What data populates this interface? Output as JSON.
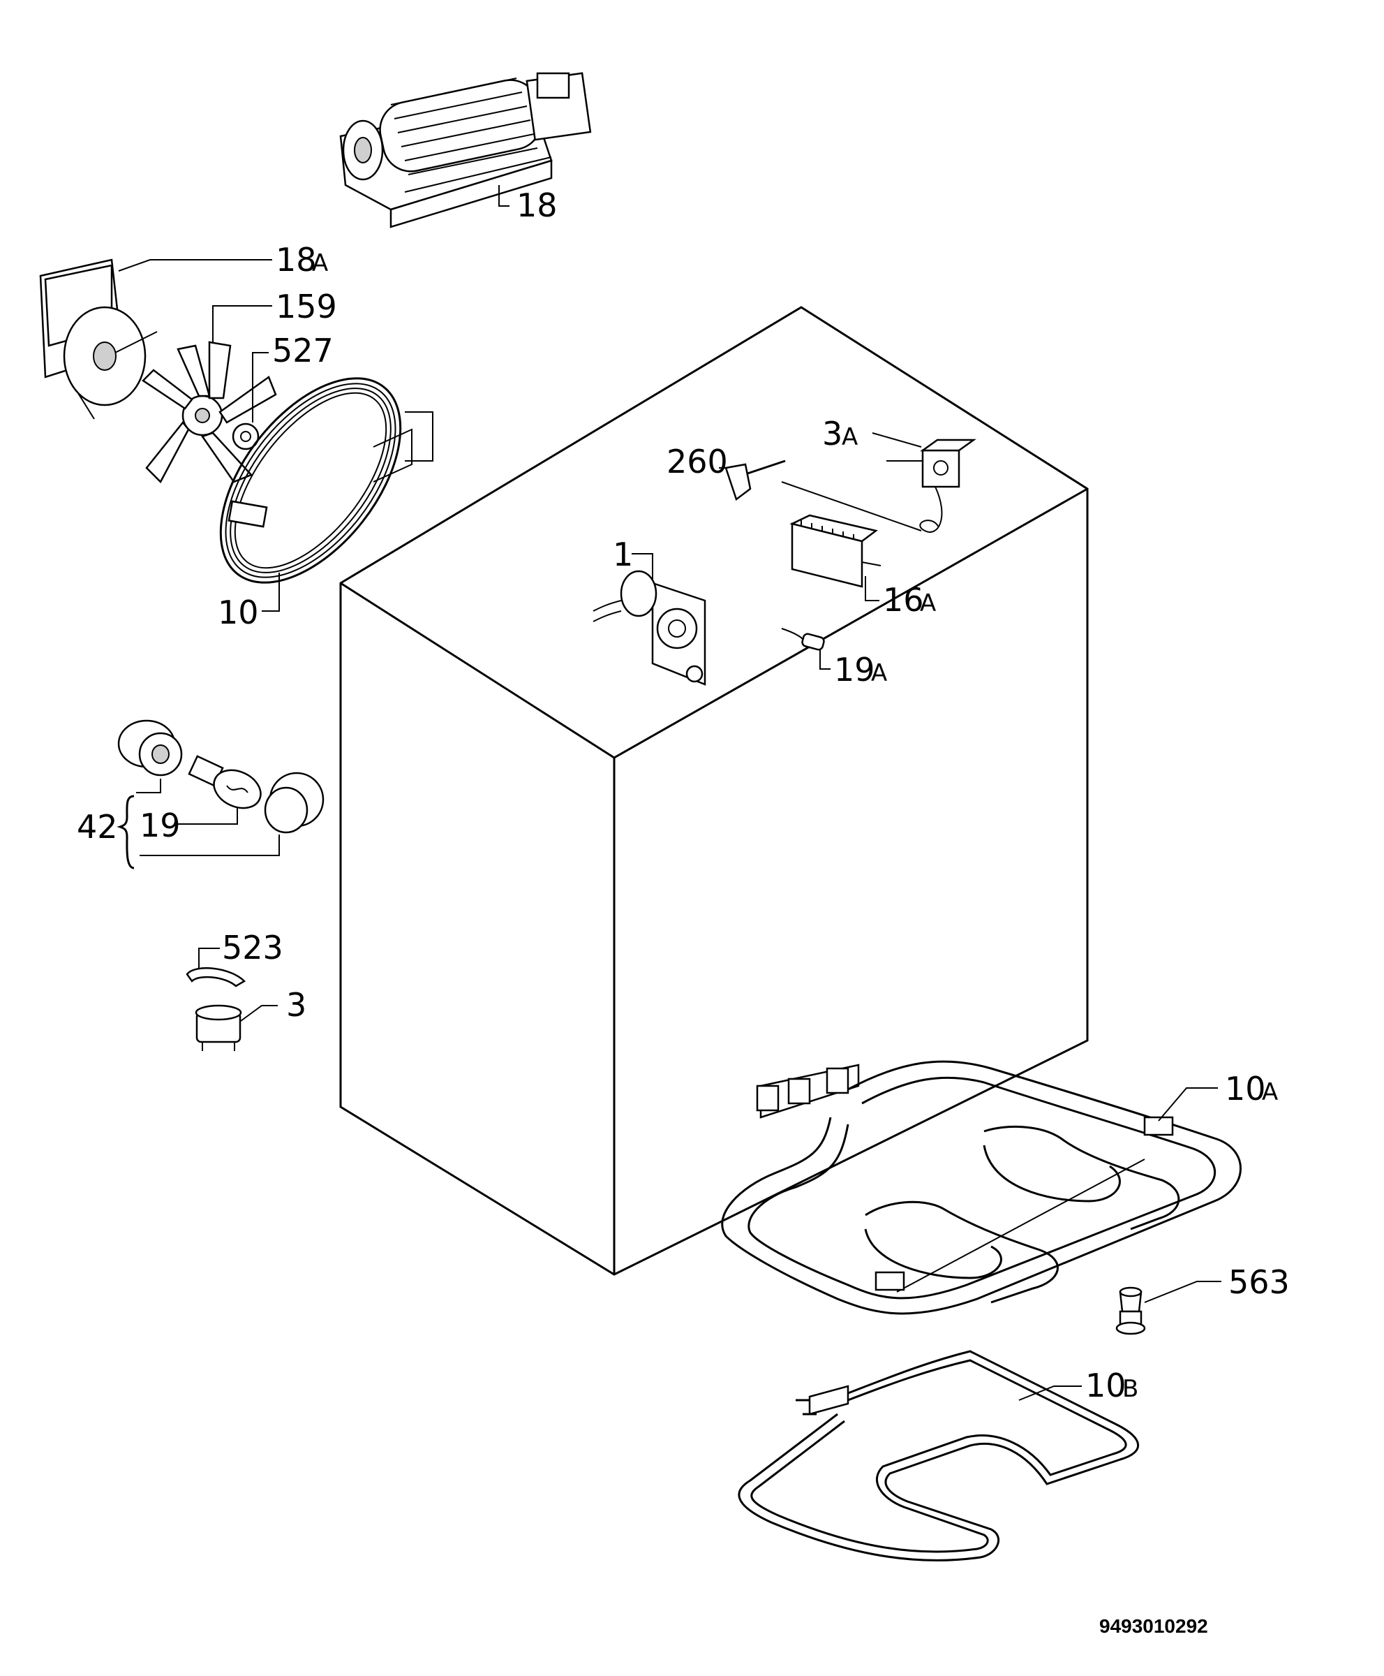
{
  "labels": {
    "fan_motor_tangential": "18",
    "fan_motor_assembly": "18A",
    "fan_blade": "159",
    "fan_nut": "527",
    "ring_element": "10",
    "thermostat": "3A",
    "probe": "260",
    "timer": "1",
    "selector_switch": "16A",
    "indicator_lamp": "19A",
    "lamp_assembly": "42",
    "lamp_bulb": "19",
    "clip": "523",
    "safety_thermostat": "3",
    "grill_element": "10A",
    "foot": "563",
    "bottom_element": "10B"
  },
  "document_number": "9493010292"
}
